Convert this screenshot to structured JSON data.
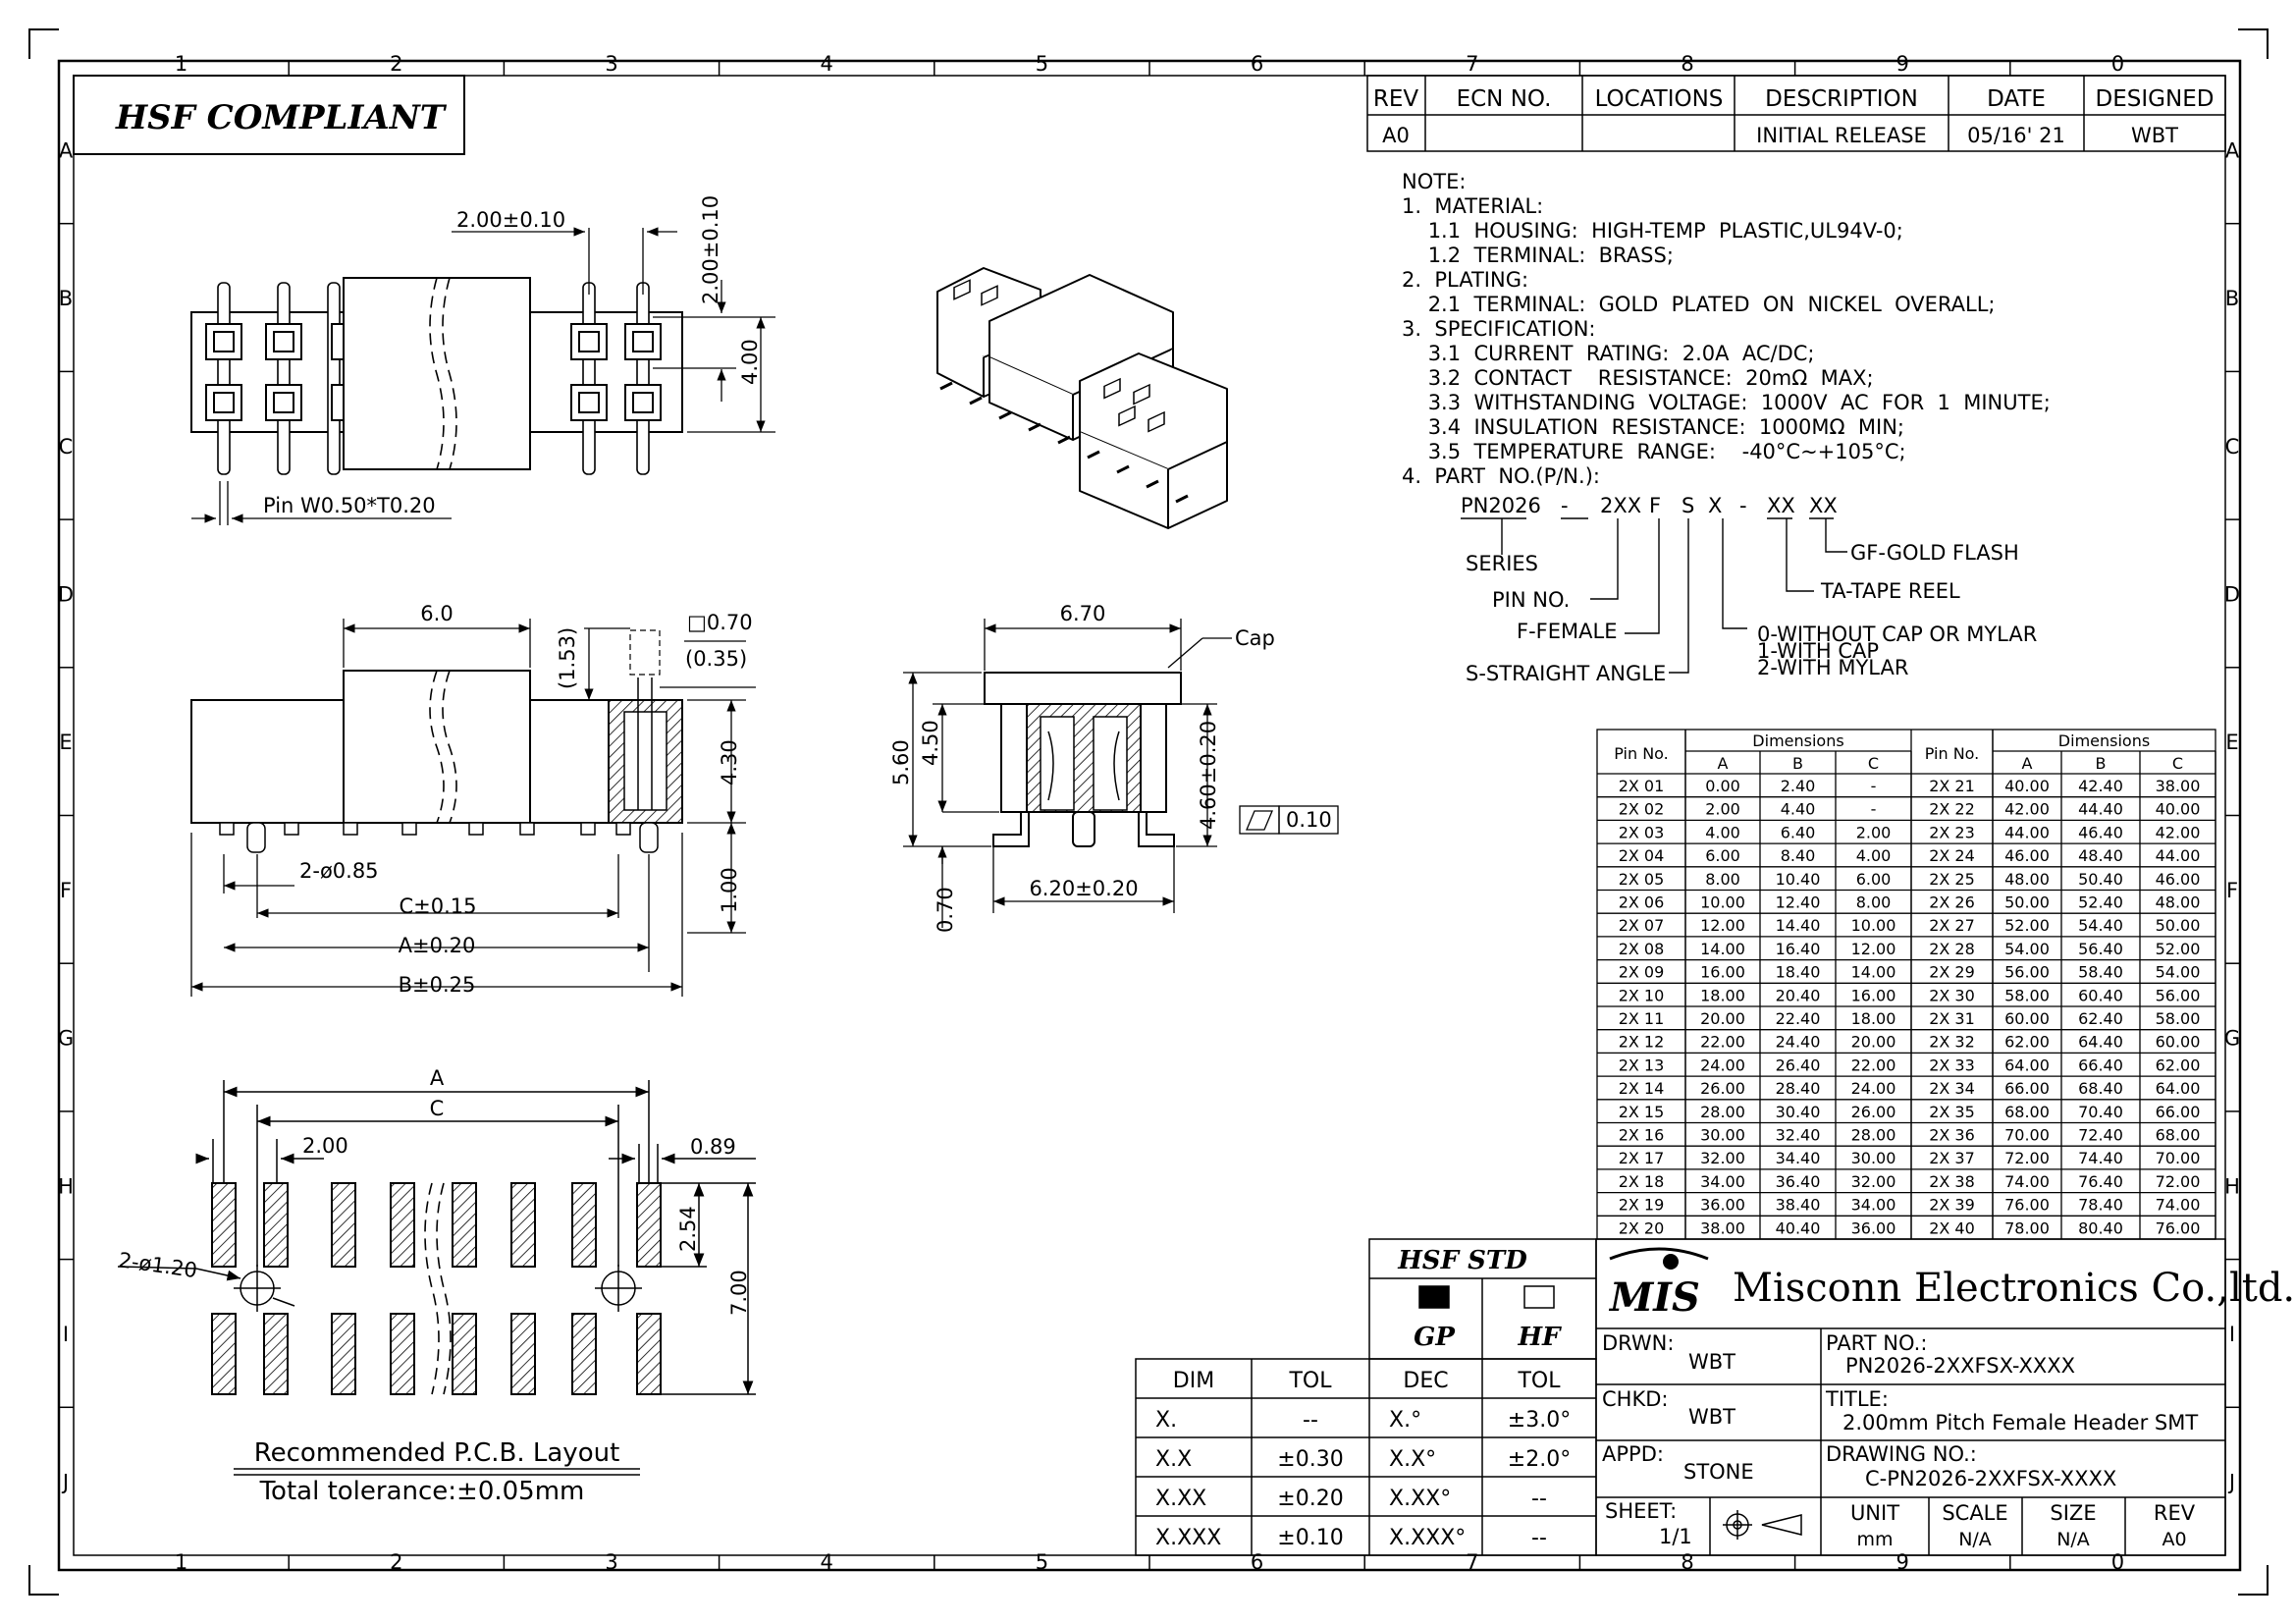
{
  "border": {
    "columns": [
      "1",
      "2",
      "3",
      "4",
      "5",
      "6",
      "7",
      "8",
      "9",
      "0"
    ],
    "rows": [
      "A",
      "B",
      "C",
      "D",
      "E",
      "F",
      "G",
      "H",
      "I",
      "J"
    ]
  },
  "compliance": "HSF  COMPLIANT",
  "revision": {
    "headers": [
      "REV",
      "ECN  NO.",
      "LOCATIONS",
      "DESCRIPTION",
      "DATE",
      "DESIGNED"
    ],
    "row": [
      "A0",
      "",
      "",
      "INITIAL  RELEASE",
      "05/16' 21",
      "WBT"
    ]
  },
  "notes": [
    "NOTE:",
    "1.  MATERIAL:",
    "    1.1  HOUSING:  HIGH-TEMP  PLASTIC,UL94V-0;",
    "    1.2  TERMINAL:  BRASS;",
    "2.  PLATING:",
    "    2.1  TERMINAL:  GOLD  PLATED  ON  NICKEL  OVERALL;",
    "3.  SPECIFICATION:",
    "    3.1  CURRENT  RATING:  2.0A  AC/DC;",
    "    3.2  CONTACT    RESISTANCE:  20mΩ  MAX;",
    "    3.3  WITHSTANDING  VOLTAGE:  1000V  AC  FOR  1  MINUTE;",
    "    3.4  INSULATION  RESISTANCE:  1000MΩ  MIN;",
    "    3.5  TEMPERATURE  RANGE:    -40°C~+105°C;",
    "4.  PART  NO.(P/N.):"
  ],
  "part_code": {
    "segments": [
      "PN2026",
      "-",
      "2XX",
      "F",
      "S",
      "X",
      "-",
      "XX",
      "XX"
    ],
    "labels": {
      "series": "SERIES",
      "pin_no": "PIN  NO.",
      "female": "F-FEMALE",
      "straight": "S-STRAIGHT  ANGLE",
      "cap": [
        "0-WITHOUT  CAP  OR  MYLAR",
        "1-WITH  CAP",
        "2-WITH  MYLAR"
      ],
      "tape": "TA-TAPE  REEL",
      "gold": "GF-GOLD  FLASH"
    }
  },
  "dim_table": {
    "pin_header": "Pin No.",
    "dim_header": "Dimensions",
    "cols": [
      "A",
      "B",
      "C"
    ],
    "left": [
      [
        "2X 01",
        "0.00",
        "2.40",
        "-"
      ],
      [
        "2X 02",
        "2.00",
        "4.40",
        "-"
      ],
      [
        "2X 03",
        "4.00",
        "6.40",
        "2.00"
      ],
      [
        "2X 04",
        "6.00",
        "8.40",
        "4.00"
      ],
      [
        "2X 05",
        "8.00",
        "10.40",
        "6.00"
      ],
      [
        "2X 06",
        "10.00",
        "12.40",
        "8.00"
      ],
      [
        "2X 07",
        "12.00",
        "14.40",
        "10.00"
      ],
      [
        "2X 08",
        "14.00",
        "16.40",
        "12.00"
      ],
      [
        "2X 09",
        "16.00",
        "18.40",
        "14.00"
      ],
      [
        "2X 10",
        "18.00",
        "20.40",
        "16.00"
      ],
      [
        "2X 11",
        "20.00",
        "22.40",
        "18.00"
      ],
      [
        "2X 12",
        "22.00",
        "24.40",
        "20.00"
      ],
      [
        "2X 13",
        "24.00",
        "26.40",
        "22.00"
      ],
      [
        "2X 14",
        "26.00",
        "28.40",
        "24.00"
      ],
      [
        "2X 15",
        "28.00",
        "30.40",
        "26.00"
      ],
      [
        "2X 16",
        "30.00",
        "32.40",
        "28.00"
      ],
      [
        "2X 17",
        "32.00",
        "34.40",
        "30.00"
      ],
      [
        "2X 18",
        "34.00",
        "36.40",
        "32.00"
      ],
      [
        "2X 19",
        "36.00",
        "38.40",
        "34.00"
      ],
      [
        "2X 20",
        "38.00",
        "40.40",
        "36.00"
      ]
    ],
    "right": [
      [
        "2X 21",
        "40.00",
        "42.40",
        "38.00"
      ],
      [
        "2X 22",
        "42.00",
        "44.40",
        "40.00"
      ],
      [
        "2X 23",
        "44.00",
        "46.40",
        "42.00"
      ],
      [
        "2X 24",
        "46.00",
        "48.40",
        "44.00"
      ],
      [
        "2X 25",
        "48.00",
        "50.40",
        "46.00"
      ],
      [
        "2X 26",
        "50.00",
        "52.40",
        "48.00"
      ],
      [
        "2X 27",
        "52.00",
        "54.40",
        "50.00"
      ],
      [
        "2X 28",
        "54.00",
        "56.40",
        "52.00"
      ],
      [
        "2X 29",
        "56.00",
        "58.40",
        "54.00"
      ],
      [
        "2X 30",
        "58.00",
        "60.40",
        "56.00"
      ],
      [
        "2X 31",
        "60.00",
        "62.40",
        "58.00"
      ],
      [
        "2X 32",
        "62.00",
        "64.40",
        "60.00"
      ],
      [
        "2X 33",
        "64.00",
        "66.40",
        "62.00"
      ],
      [
        "2X 34",
        "66.00",
        "68.40",
        "64.00"
      ],
      [
        "2X 35",
        "68.00",
        "70.40",
        "66.00"
      ],
      [
        "2X 36",
        "70.00",
        "72.40",
        "68.00"
      ],
      [
        "2X 37",
        "72.00",
        "74.40",
        "70.00"
      ],
      [
        "2X 38",
        "74.00",
        "76.40",
        "72.00"
      ],
      [
        "2X 39",
        "76.00",
        "78.40",
        "74.00"
      ],
      [
        "2X 40",
        "78.00",
        "80.40",
        "76.00"
      ]
    ]
  },
  "top_view": {
    "pitch_h": "2.00±0.10",
    "pitch_v": "2.00±0.10",
    "height": "4.00",
    "pin": "Pin  W0.50*T0.20"
  },
  "side_view": {
    "width": "6.0",
    "d153": "(1.53)",
    "sq": "□0.70",
    "d035": "(0.35)",
    "d430": "4.30",
    "d100": "1.00",
    "holes": "2-ø0.85",
    "C": "C±0.15",
    "A": "A±0.20",
    "B": "B±0.25"
  },
  "end_view": {
    "w": "6.70",
    "cap": "Cap",
    "h560": "5.60",
    "h450": "4.50",
    "h460": "4.60±0.20",
    "flat": "0.10",
    "d070": "0.70",
    "foot": "6.20±0.20"
  },
  "pcb": {
    "A": "A",
    "C": "C",
    "pitch": "2.00",
    "d089": "0.89",
    "d254": "2.54",
    "d700": "7.00",
    "holes": "2-ø1.20",
    "title": "Recommended  P.C.B.  Layout",
    "tol": "Total  tolerance:±0.05mm"
  },
  "tol_table": {
    "headers": [
      "DIM",
      "TOL",
      "DEC",
      "TOL"
    ],
    "rows": [
      [
        "X.",
        "--",
        "X.°",
        "±3.0°"
      ],
      [
        "X.X",
        "±0.30",
        "X.X°",
        "±2.0°"
      ],
      [
        "X.XX",
        "±0.20",
        "X.XX°",
        "--"
      ],
      [
        "X.XXX",
        "±0.10",
        "X.XXX°",
        "--"
      ]
    ]
  },
  "hsf": {
    "title": "HSF  STD",
    "gp": "GP",
    "hf": "HF"
  },
  "titleblock": {
    "logo": "MIS",
    "company": "Misconn Electronics Co.,ltd.",
    "drwn_label": "DRWN:",
    "drwn": "WBT",
    "chkd_label": "CHKD:",
    "chkd": "WBT",
    "appd_label": "APPD:",
    "appd": "STONE",
    "part_label": "PART  NO.:",
    "part": "PN2026-2XXFSX-XXXX",
    "title_label": "TITLE:",
    "title": "2.00mm  Pitch  Female  Header  SMT",
    "dwg_label": "DRAWING  NO.:",
    "dwg": "C-PN2026-2XXFSX-XXXX",
    "sheet_label": "SHEET:",
    "sheet": "1/1",
    "unit_label": "UNIT",
    "unit": "mm",
    "scale_label": "SCALE",
    "scale": "N/A",
    "size_label": "SIZE",
    "size": "N/A",
    "rev_label": "REV",
    "rev": "A0"
  }
}
